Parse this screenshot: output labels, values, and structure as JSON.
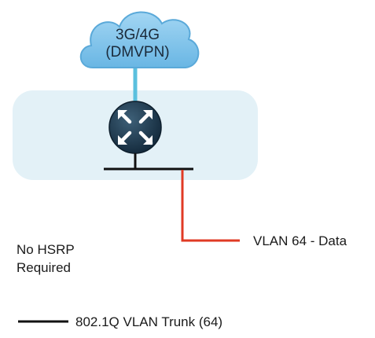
{
  "cloud": {
    "line1": "3G/4G",
    "line2": "(DMVPN)",
    "icon": "cloud-icon"
  },
  "router": {
    "icon": "router-icon"
  },
  "labels": {
    "vlan_data": "VLAN 64 - Data",
    "hsrp_line1": "No HSRP",
    "hsrp_line2": "Required"
  },
  "legend": {
    "trunk_label": "802.1Q VLAN Trunk (64)"
  },
  "colors": {
    "cloud_fill": "#7ec3ea",
    "cloud_stroke": "#5aa9d9",
    "site_box": "#e3f1f7",
    "uplink": "#5bc0de",
    "router_fill": "#1f3a4d",
    "lan_bus": "#111111",
    "data_vlan": "#e03a24"
  }
}
